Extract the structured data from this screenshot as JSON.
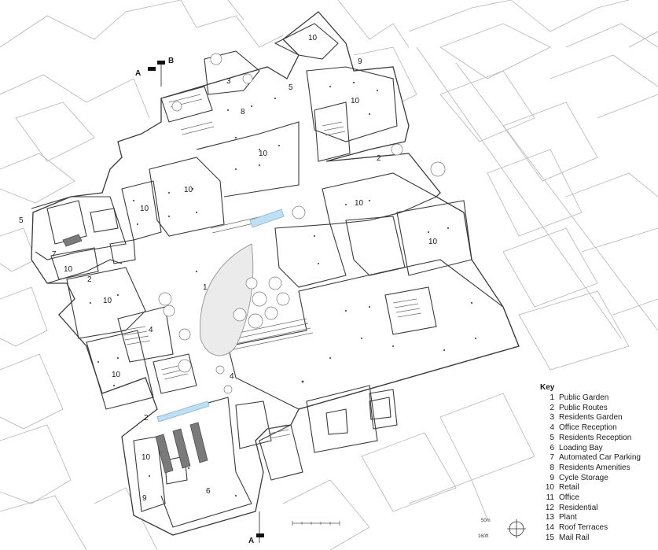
{
  "plan_labels": {
    "n1": "1",
    "n2": "2",
    "n3": "3",
    "n4": "4",
    "n5": "5",
    "n6": "6",
    "n7": "7",
    "n8": "8",
    "n9": "9",
    "n10": "10"
  },
  "section_labels": {
    "a": "A",
    "b": "B"
  },
  "key": {
    "title": "Key",
    "items": [
      {
        "num": "1",
        "label": "Public Garden"
      },
      {
        "num": "2",
        "label": "Public Routes"
      },
      {
        "num": "3",
        "label": "Residents Garden"
      },
      {
        "num": "4",
        "label": "Office Reception"
      },
      {
        "num": "5",
        "label": "Residents Reception"
      },
      {
        "num": "6",
        "label": "Loading Bay"
      },
      {
        "num": "7",
        "label": "Automated Car Parking"
      },
      {
        "num": "8",
        "label": "Residents Amenities"
      },
      {
        "num": "9",
        "label": "Cycle Storage"
      },
      {
        "num": "10",
        "label": "Retail"
      },
      {
        "num": "11",
        "label": "Office"
      },
      {
        "num": "12",
        "label": "Residential"
      },
      {
        "num": "13",
        "label": "Plant"
      },
      {
        "num": "14",
        "label": "Roof Terraces"
      },
      {
        "num": "15",
        "label": "Mail Rail"
      }
    ]
  },
  "scale": {
    "metric": "50m",
    "imperial": "160ft"
  },
  "colors": {
    "water": "#bfe0f2",
    "wall": "#3a3a3a",
    "context": "#b5b5b5",
    "car": "#7a7a7a"
  }
}
